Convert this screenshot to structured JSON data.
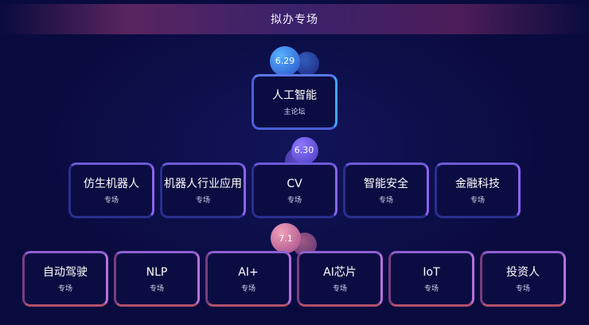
{
  "header": {
    "title": "拟办专场"
  },
  "tiers": [
    {
      "date": "6.29",
      "accent": "#3f8cf0"
    },
    {
      "date": "6.30",
      "accent": "#7a5ae8"
    },
    {
      "date": "7.1",
      "accent": "#c77aa0"
    }
  ],
  "main_card": {
    "title": "人工智能",
    "subtitle": "主论坛"
  },
  "row2": [
    {
      "title": "仿生机器人",
      "subtitle": "专场"
    },
    {
      "title": "机器人行业应用",
      "subtitle": "专场"
    },
    {
      "title": "CV",
      "subtitle": "专场"
    },
    {
      "title": "智能安全",
      "subtitle": "专场"
    },
    {
      "title": "金融科技",
      "subtitle": "专场"
    }
  ],
  "row3": [
    {
      "title": "自动驾驶",
      "subtitle": "专场"
    },
    {
      "title": "NLP",
      "subtitle": "专场"
    },
    {
      "title": "AI+",
      "subtitle": "专场"
    },
    {
      "title": "AI芯片",
      "subtitle": "专场"
    },
    {
      "title": "IoT",
      "subtitle": "专场"
    },
    {
      "title": "投资人",
      "subtitle": "专场"
    }
  ]
}
